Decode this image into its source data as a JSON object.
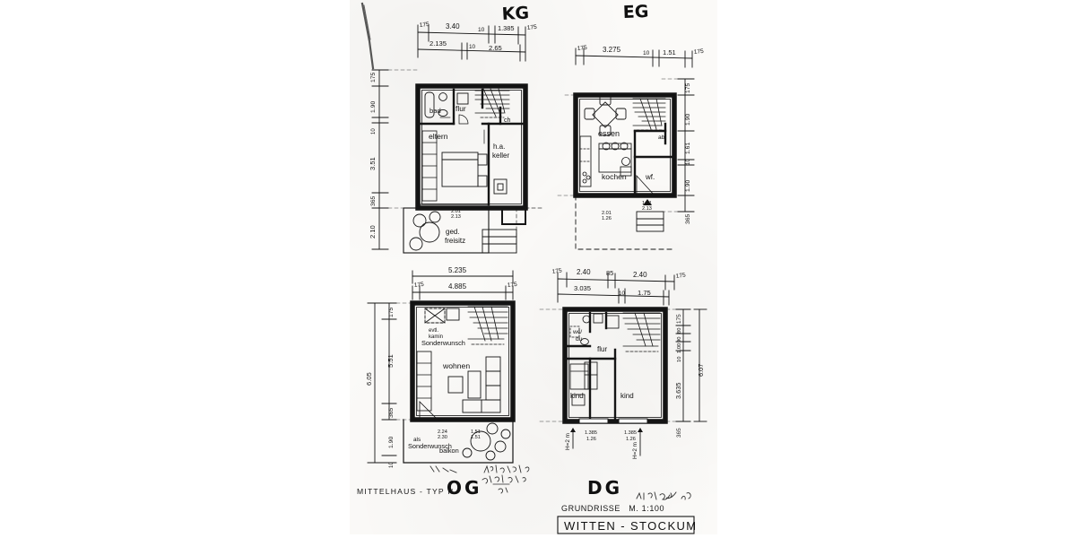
{
  "sheet": {
    "type": "architectural-floor-plan-scan",
    "background_color": "#ffffff",
    "paper_color": "#fbfaf8",
    "ink_color": "#111111"
  },
  "title_block": {
    "house_type": "MITTELHAUS - TYP II",
    "drawing_kind": "GRUNDRISSE   M. 1:100",
    "location": "WITTEN - STOCKUM",
    "signature_date": "28/4/86 Wenger",
    "handwritten_note_line1": "4.11 x 6.11 x 4.89 m²",
    "handwritten_note_line2": "2. Treppe:  7.84",
    "handwritten_note_line3": "4.55"
  },
  "plans": [
    {
      "id": "kg",
      "label": "KG",
      "label_style": "handwritten",
      "dims_top_outer": [
        "175",
        "3.40",
        "10",
        "1.385",
        "175"
      ],
      "dims_top_inner": [
        "2.135",
        "10",
        "2.65"
      ],
      "dims_left": [
        "175",
        "1.90",
        "10",
        "3.51",
        "365",
        "2.10"
      ],
      "rooms": [
        {
          "name": "bad",
          "label": "bad"
        },
        {
          "name": "flur",
          "label": "flur"
        },
        {
          "name": "ch",
          "label": "ch"
        },
        {
          "name": "eltern",
          "label": "eltern"
        },
        {
          "name": "hauswirtschaft-keller",
          "label": "h.a.\nkeller"
        },
        {
          "name": "ged-freisitz",
          "label": "ged.\nfreisitz"
        }
      ],
      "annotations": [
        {
          "name": "terrace-door-dim",
          "text": "2.01\n2.13"
        }
      ]
    },
    {
      "id": "eg",
      "label": "EG",
      "label_style": "handwritten",
      "dims_top_outer": [
        "175",
        "3.275",
        "10",
        "1.51",
        "175"
      ],
      "dims_right": [
        "175",
        "1.90",
        "1.61",
        "10",
        "1.90",
        "365"
      ],
      "rooms": [
        {
          "name": "essen",
          "label": "essen"
        },
        {
          "name": "kochen",
          "label": "kochen"
        },
        {
          "name": "wf",
          "label": "wf."
        },
        {
          "name": "ab",
          "label": "ab"
        }
      ],
      "annotations": [
        {
          "name": "terrace-door-dim",
          "text": "2.01\n1.26"
        },
        {
          "name": "entrance-door-dim",
          "text": "1.01\n2.13"
        }
      ]
    },
    {
      "id": "og",
      "label": "OG",
      "label_style": "printed",
      "dims_top_outer": [
        "5.235"
      ],
      "dims_top_inner": [
        "175",
        "4.885",
        "175"
      ],
      "dims_left": [
        "175",
        "5.51",
        "365",
        "1.90",
        "10"
      ],
      "dims_left_overall": "6.05",
      "rooms": [
        {
          "name": "wohnen",
          "label": "wohnen"
        },
        {
          "name": "kamin-sonderwunsch",
          "label": "evtl.\nkamin\nSonderwunsch"
        },
        {
          "name": "balkon-sonderwunsch",
          "label": "als\nSonderwunsch\nbalkon"
        }
      ],
      "annotations": [
        {
          "name": "balcony-door-dim",
          "text": "2.24\n2.30"
        },
        {
          "name": "balcony-window-dim",
          "text": "1.51\n1.51"
        }
      ]
    },
    {
      "id": "dg",
      "label": "DG",
      "label_style": "printed",
      "dims_top_outer": [
        "175",
        "2.40",
        "85",
        "2.40",
        "175"
      ],
      "dims_top_inner": [
        "3.035",
        "10",
        "1.75"
      ],
      "dims_right_stack": [
        "175",
        "80",
        "90",
        "1.00",
        "10"
      ],
      "dims_right": [
        "3.635",
        "6.07",
        "365"
      ],
      "rooms": [
        {
          "name": "wc-dusche",
          "label": "wc/\ndu"
        },
        {
          "name": "flur",
          "label": "flur"
        },
        {
          "name": "kind-left",
          "label": "kind"
        },
        {
          "name": "kind-right",
          "label": "kind"
        }
      ],
      "annotations": [
        {
          "name": "window-dim-left",
          "text": "1.385\n1.26"
        },
        {
          "name": "window-dim-right",
          "text": "1.385\n1.26"
        },
        {
          "name": "height-note-left",
          "text": "H=2 m"
        },
        {
          "name": "height-note-right",
          "text": "H=2 m"
        }
      ]
    }
  ]
}
